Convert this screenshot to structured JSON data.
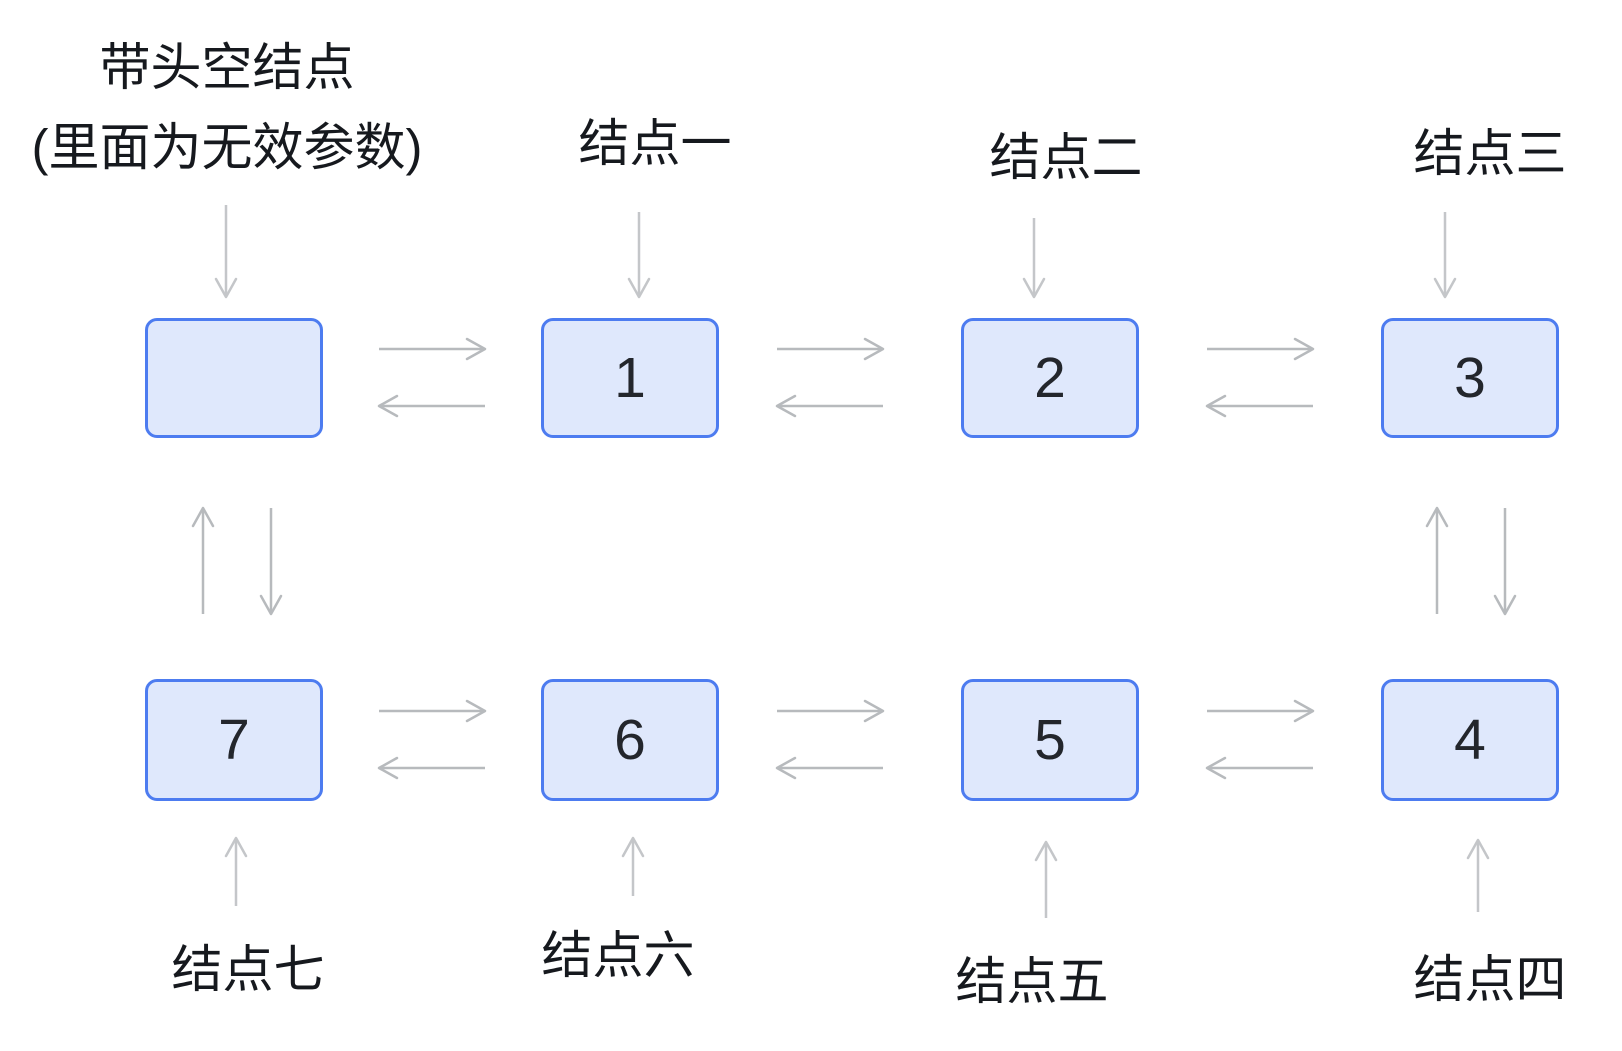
{
  "colors": {
    "node_fill": "#dfe8fc",
    "node_border": "#4d7cf0",
    "link_arrow": "#b7babd",
    "label_arrow": "#c4c6c9",
    "text": "#16191e"
  },
  "head_note": {
    "line1": "带头空结点",
    "line2": "(里面为无效参数)"
  },
  "nodes": {
    "head": {
      "value": ""
    },
    "n1": {
      "value": "1",
      "label": "结点一"
    },
    "n2": {
      "value": "2",
      "label": "结点二"
    },
    "n3": {
      "value": "3",
      "label": "结点三"
    },
    "n4": {
      "value": "4",
      "label": "结点四"
    },
    "n5": {
      "value": "5",
      "label": "结点五"
    },
    "n6": {
      "value": "6",
      "label": "结点六"
    },
    "n7": {
      "value": "7",
      "label": "结点七"
    }
  },
  "structure": {
    "type": "doubly-linked-list",
    "order": [
      "head",
      "1",
      "2",
      "3",
      "4",
      "5",
      "6",
      "7"
    ]
  }
}
